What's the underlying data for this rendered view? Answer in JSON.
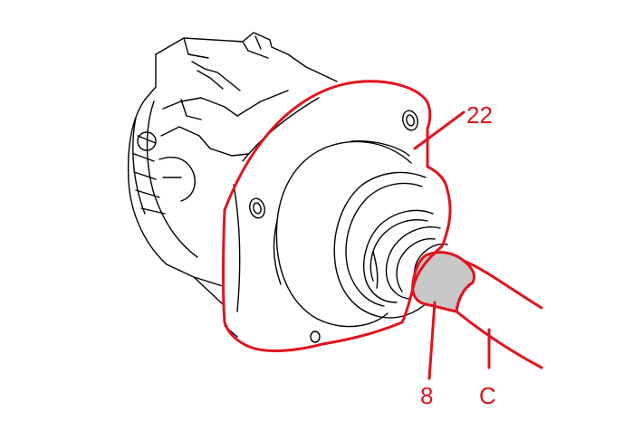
{
  "diagram": {
    "callouts": [
      {
        "id": "22",
        "label": "22"
      },
      {
        "id": "8",
        "label": "8"
      },
      {
        "id": "C",
        "label": "C"
      }
    ],
    "colors": {
      "line": "#000000",
      "highlight": "#e0141e",
      "shaded_area": "#c8c8c8",
      "background": "#ffffff"
    }
  }
}
